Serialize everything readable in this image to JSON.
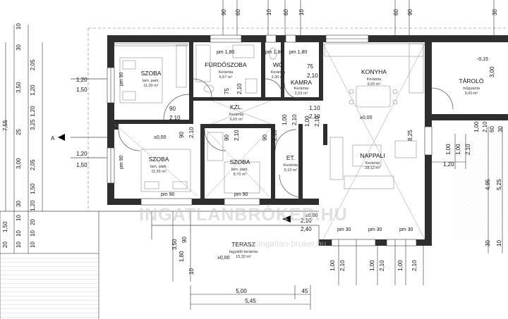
{
  "rooms": {
    "szoba1": {
      "name": "SZOBA",
      "floor": "lam. park.",
      "area": "11,00 m²"
    },
    "furdo": {
      "name": "FÜRDŐSZOBA",
      "floor": "Kerámia",
      "area": "6,67 m²"
    },
    "wc": {
      "name": "WC",
      "floor": "Kerámia",
      "area": "2,30 m²"
    },
    "kamra": {
      "name": "KAMRA",
      "floor": "Kerámia",
      "area": "2,53 m²"
    },
    "konyha": {
      "name": "KONYHA",
      "floor": "Kerámia",
      "area": "9,00 m²"
    },
    "tarolo": {
      "name": "TÁROLÓ",
      "floor": "műgyanta",
      "area": "9,00 m²"
    },
    "kzl": {
      "name": "KZL.",
      "floor": "Kerámia",
      "area": "6,65 m²"
    },
    "szoba2": {
      "name": "SZOBA",
      "floor": "lam. park.",
      "area": "11,55 m²"
    },
    "szoba3": {
      "name": "SZOBA",
      "floor": "lam. park.",
      "area": "8,70 m²"
    },
    "et": {
      "name": "ET.",
      "floor": "Kerámia",
      "area": "5,10 m²"
    },
    "nappali": {
      "name": "NAPPALI",
      "floor": "Kerámia",
      "area": "28,12 m²"
    },
    "terasz": {
      "name": "TERASZ",
      "floor": "fagyálló kerámia",
      "area": "15,32 m²"
    }
  },
  "levels": {
    "floor": "±0,00",
    "floor2": "±0,00",
    "floor3": "±0,00",
    "terrace": "±0,00",
    "storage": "-0,15"
  },
  "sills": {
    "pm180a": "pm 1,80",
    "pm180b": "pm 1,80",
    "pm180c": "pm 1,80",
    "pm90a": "pm 90",
    "pm90b": "pm 90",
    "pm90c": "pm 90",
    "pm90d": "pm 90",
    "pm30a": "pm 30",
    "pm30b": "pm 30",
    "pm30c": "pm 30"
  },
  "section_marker": "A",
  "left_dims": {
    "chain1": [
      "10",
      "30",
      "2,05",
      "1,20",
      "3,50",
      "25",
      "1,20",
      "3,25",
      "3,00",
      "2,05",
      "1,50",
      "1,20",
      "30",
      "10"
    ],
    "overall": "7,55",
    "side_a": [
      "1,20",
      "1,50"
    ],
    "side_b": [
      "1,20",
      "1,50"
    ],
    "bottom": [
      "1,50",
      "10",
      "20",
      "10",
      "10",
      "10",
      "20"
    ]
  },
  "top_dims": [
    "90",
    "60",
    "10",
    "60",
    "10",
    "60",
    "90",
    "30"
  ],
  "bottom_dims": {
    "a": "5,00",
    "b": "45",
    "total": "5,45"
  },
  "right_dims": [
    "3,00",
    "1,00",
    "2,10",
    "1,20",
    "60",
    "30",
    "5,25",
    "4,95",
    "30",
    "10"
  ],
  "door_dims": {
    "d1": "90",
    "d2": "2,10",
    "d3": "75",
    "d4": "2,10",
    "d5": "75",
    "d6": "2,10",
    "d7": "1,10",
    "d8": "2,10",
    "d9": "1,00",
    "d10": "2,10",
    "d11": "1,00",
    "d12": "2,10",
    "d13": "90",
    "d14": "2,10",
    "d15": "90",
    "d16": "2,10",
    "d17": "90",
    "d18": "2,10",
    "d19": "2,10",
    "d20": "2,40",
    "d21": "8,25",
    "d22": "1,00",
    "d23": "1,00",
    "d24": "2,10"
  },
  "terrace_dims": [
    "3,50",
    "90",
    "1,80",
    "10",
    "1,00",
    "2,10",
    "1,00",
    "2,10",
    "1,00",
    "2,10"
  ],
  "watermark": {
    "logo": "INGATLANBRÓKER.HU",
    "url": "www.ingatlan-broker.hu"
  }
}
